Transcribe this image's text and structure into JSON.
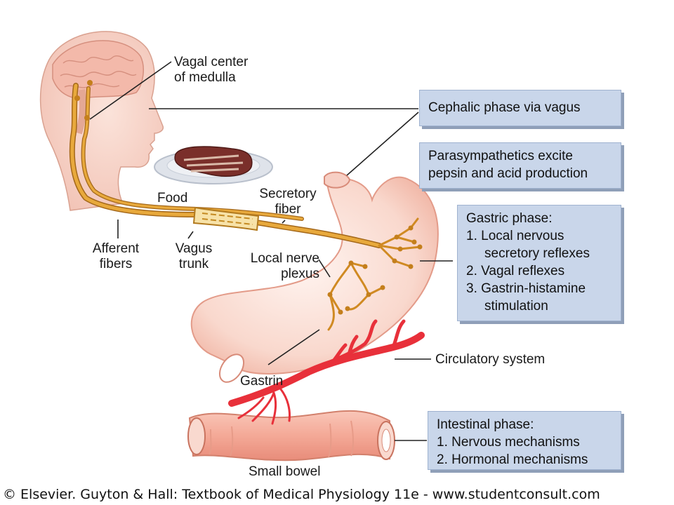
{
  "labels": {
    "vagal_center": [
      "Vagal center",
      "of medulla"
    ],
    "food": "Food",
    "secretory_fiber": [
      "Secretory",
      "fiber"
    ],
    "afferent_fibers": [
      "Afferent",
      "fibers"
    ],
    "vagus_trunk": [
      "Vagus",
      "trunk"
    ],
    "local_nerve_plexus": [
      "Local nerve",
      "plexus"
    ],
    "gastrin": "Gastrin",
    "circulatory_system": "Circulatory system",
    "small_bowel": "Small bowel"
  },
  "boxes": {
    "cephalic": "Cephalic phase via vagus",
    "parasympathetics": [
      "Parasympathetics excite",
      "pepsin and acid production"
    ],
    "gastric": {
      "title": "Gastric phase:",
      "items": [
        "1. Local nervous",
        "secretory reflexes",
        "2. Vagal reflexes",
        "3. Gastrin-histamine",
        "stimulation"
      ]
    },
    "intestinal": {
      "title": "Intestinal phase:",
      "items": [
        "1. Nervous mechanisms",
        "2. Hormonal mechanisms"
      ]
    }
  },
  "footer": "© Elsevier. Guyton & Hall: Textbook of Medical Physiology 11e - www.studentconsult.com",
  "colors": {
    "nerve": "#d89a2e",
    "tissue": "#f6c9bd",
    "tissue_outline": "#e09a88",
    "artery": "#e8303a",
    "box_fill": "#c9d6ea"
  }
}
